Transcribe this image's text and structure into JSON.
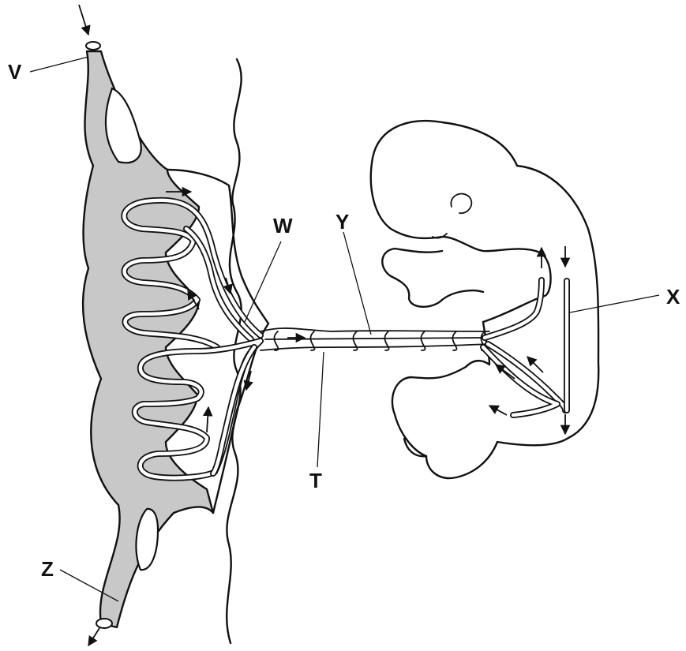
{
  "diagram": {
    "labels": {
      "V": "V",
      "W": "W",
      "Y": "Y",
      "X": "X",
      "T": "T",
      "Z": "Z"
    }
  }
}
